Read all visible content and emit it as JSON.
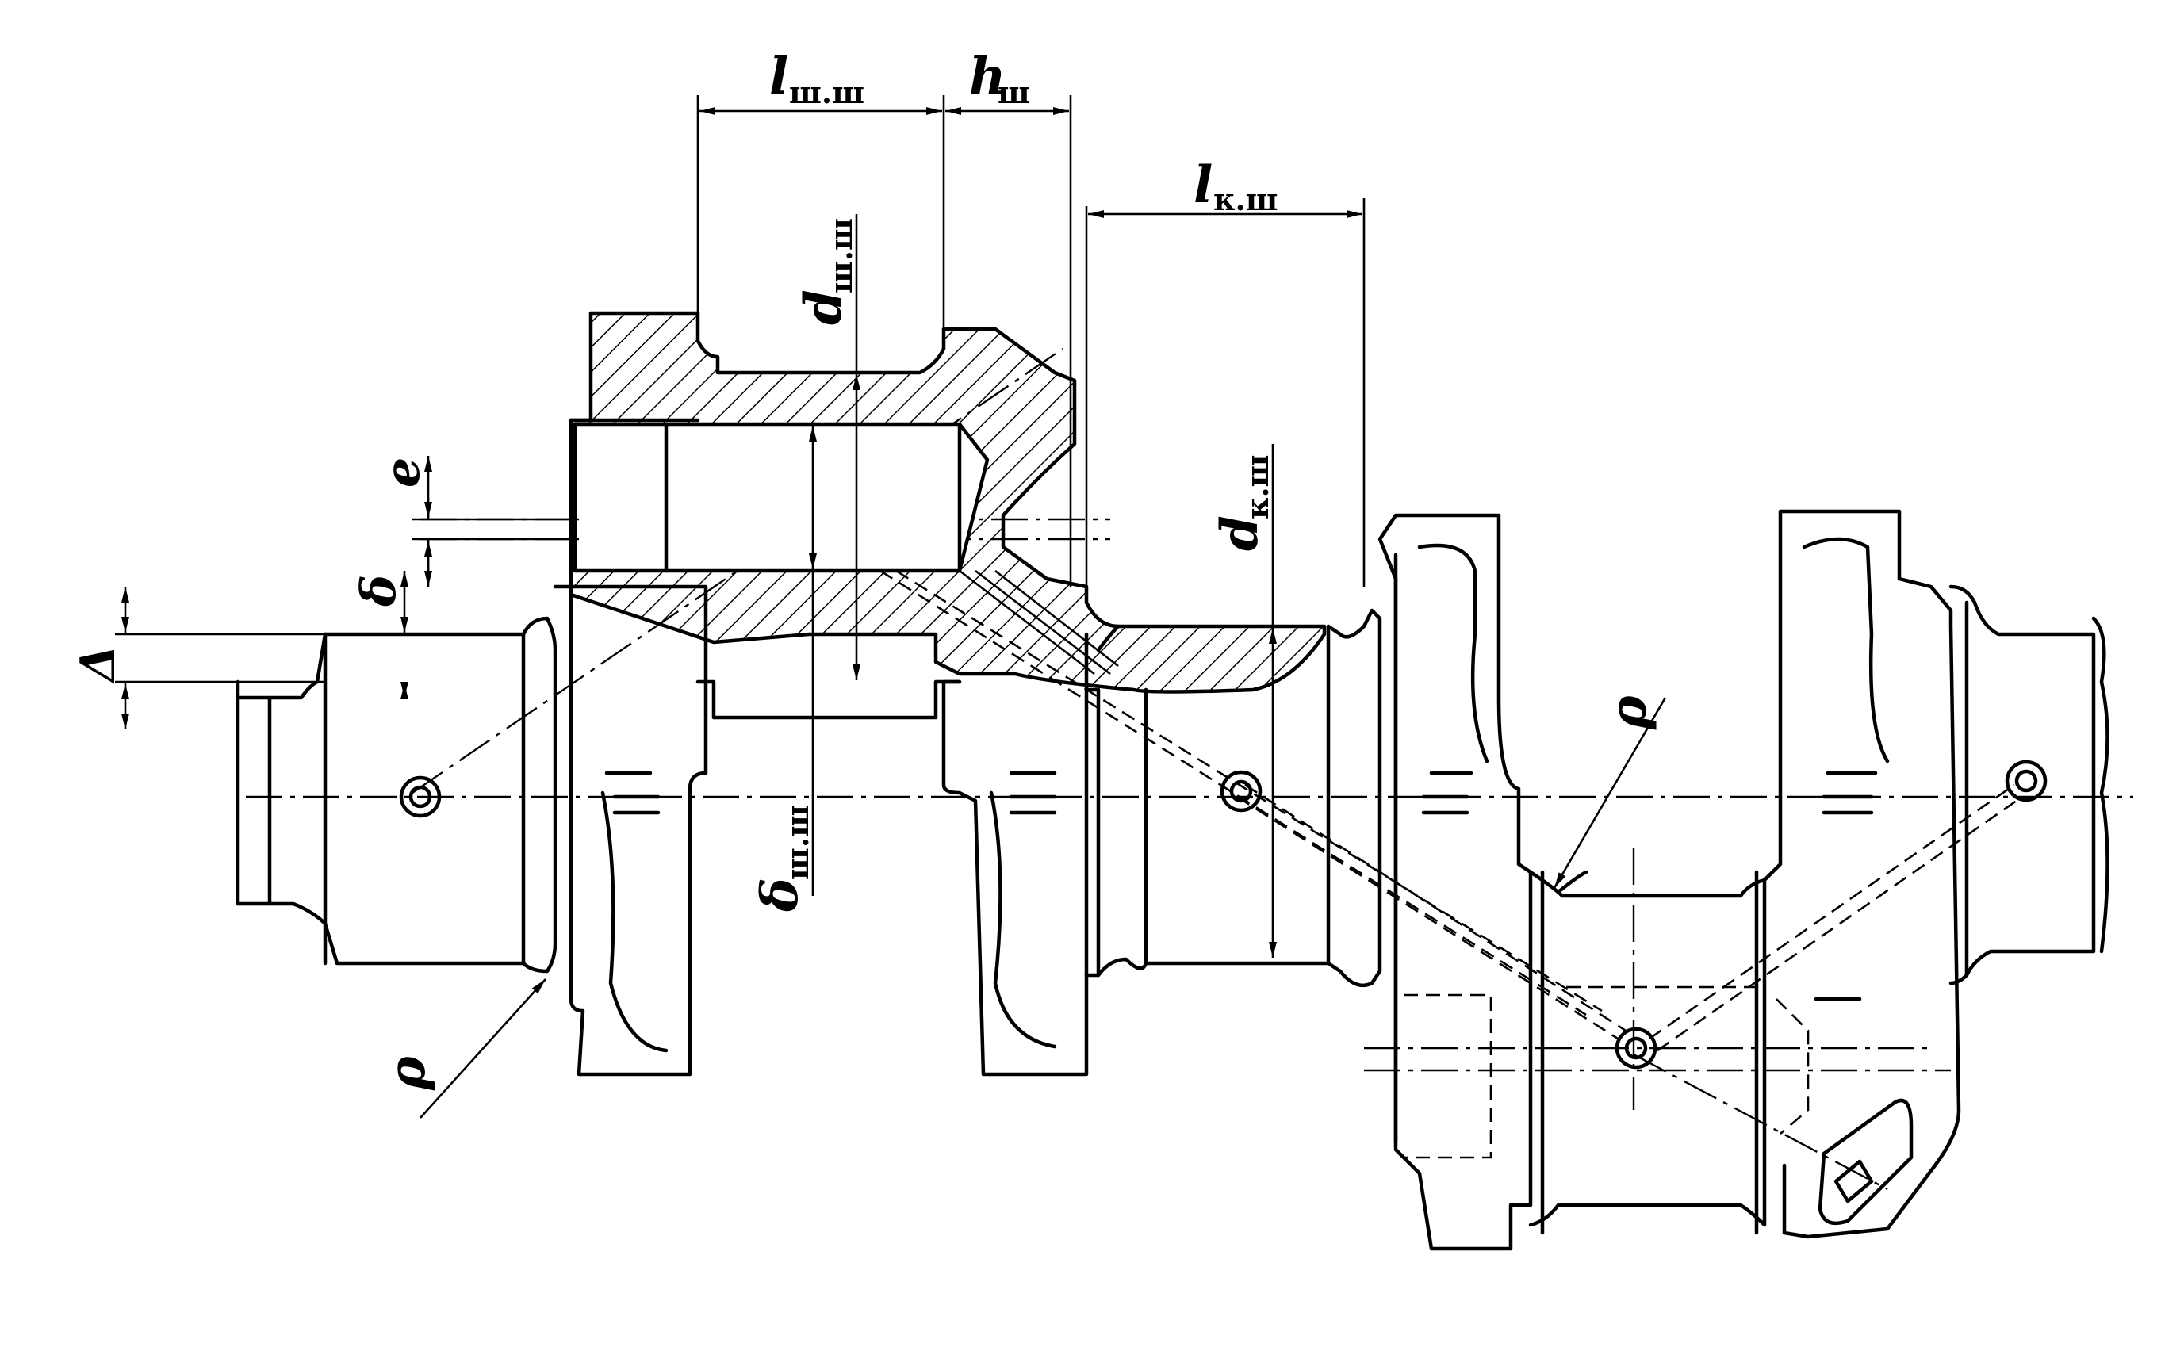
{
  "labels": {
    "l_shsh": {
      "main": "l",
      "sub": "ш.ш"
    },
    "h_sh": {
      "main": "h",
      "sub": "ш"
    },
    "l_ksh": {
      "main": "l",
      "sub": "к.ш"
    },
    "d_shsh": {
      "main": "d",
      "sub": "ш.ш"
    },
    "d_ksh": {
      "main": "d",
      "sub": "к.ш"
    },
    "delta_shsh": {
      "main": "δ",
      "sub": "ш.ш"
    },
    "e": {
      "main": "e"
    },
    "delta_small": {
      "main": "δ"
    },
    "Delta": {
      "main": "Δ"
    },
    "rho_left": {
      "main": "ρ"
    },
    "rho_right": {
      "main": "ρ"
    }
  }
}
